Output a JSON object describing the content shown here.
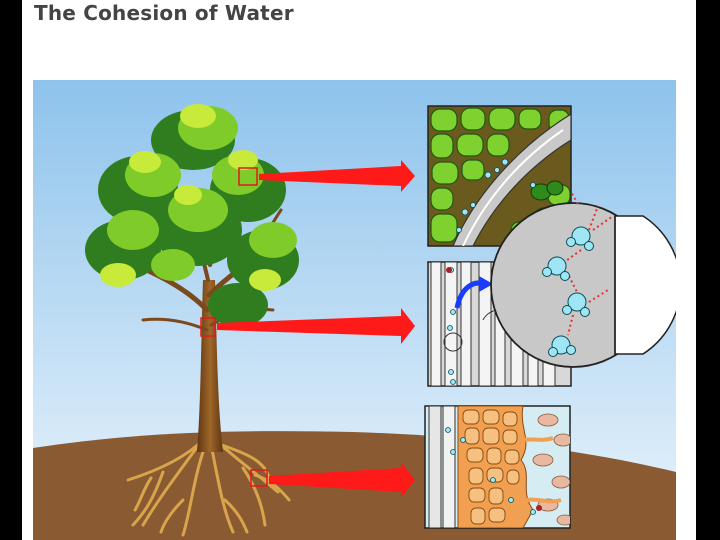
{
  "title": "The Cohesion of Water",
  "colors": {
    "sky_top": "#8ec3ec",
    "sky_bottom": "#e8f3fc",
    "soil": "#8a5a32",
    "trunk": "#7a4a1e",
    "leaf_dark": "#2f7d1f",
    "leaf_mid": "#7ecb2a",
    "leaf_light": "#c8ea3a",
    "arrow": "#ff1a1a",
    "water_molecule": "#9fe6f5",
    "hydrogen_bond": "#e53030",
    "flow_arrow": "#1a3cff"
  },
  "callouts": [
    "leaf-detail",
    "stem-detail",
    "root-detail"
  ]
}
